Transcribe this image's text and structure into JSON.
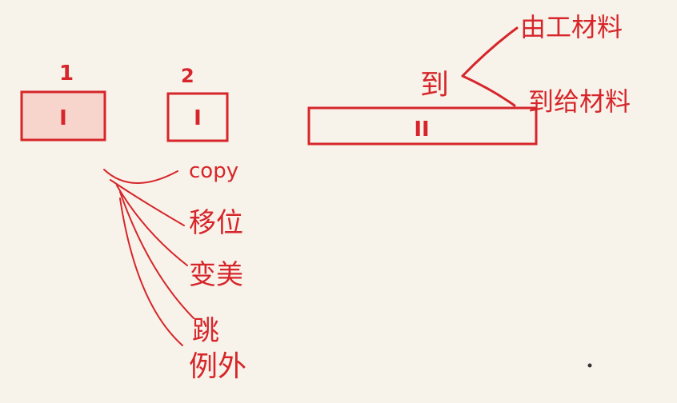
{
  "box1": {
    "number": "1",
    "symbol": "I"
  },
  "box2": {
    "number": "2",
    "symbol": "I"
  },
  "box3": {
    "symbol": "II"
  },
  "new_label": "到",
  "branch_top": "由工材料",
  "branch_bottom": "到给材料",
  "ops": [
    "copy",
    "移位",
    "变美",
    "跳",
    "例外"
  ],
  "colors": {
    "ink": "#d6262b",
    "background": "#f8f3ea",
    "box_fill": "#f7d5cd"
  }
}
